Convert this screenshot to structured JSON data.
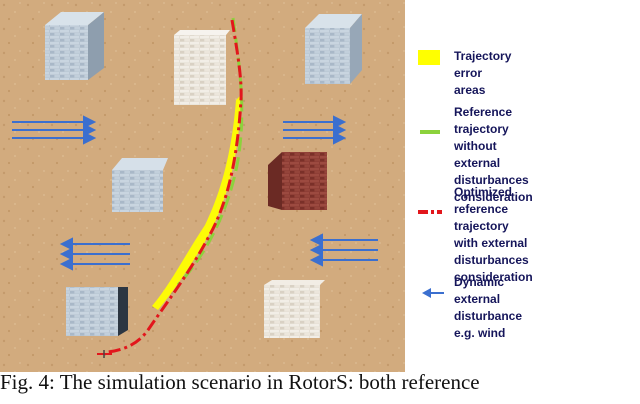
{
  "legend": {
    "error_areas": "Trajectory error areas",
    "reference": "Reference trajectory\nwithout external\ndisturbances consideration",
    "optimized": "Optimized reference\ntrajectory with external\ndisturbances consideration",
    "wind": "Dynamic external\ndisturbance e.g. wind"
  },
  "caption": "Fig. 4: The simulation scenario in RotorS: both reference",
  "colors": {
    "ground": "#cfa87a",
    "error_area": "#ffff00",
    "reference_line": "#8cd23c",
    "optimized_line": "#e2161c",
    "wind_arrow": "#3b6fcf",
    "legend_text": "#15155a"
  }
}
